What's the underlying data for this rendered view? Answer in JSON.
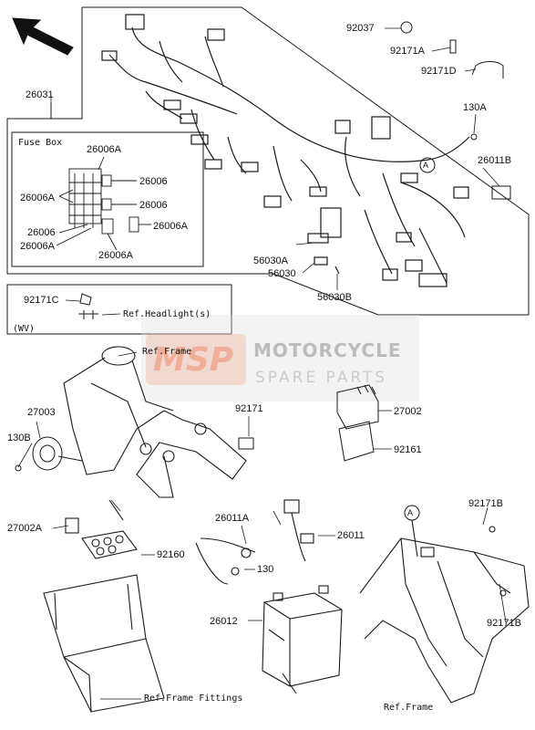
{
  "watermark": {
    "logo": "MSP",
    "title": "MOTORCYCLE",
    "subtitle": "SPARE PARTS"
  },
  "fuse_box": {
    "title": "Fuse Box"
  },
  "labels": {
    "p92037": "92037",
    "p92171A": "92171A",
    "p92171D": "92171D",
    "p26031": "26031",
    "p130A": "130A",
    "p26011B": "26011B",
    "fb_26006A_top": "26006A",
    "fb_26006A_left": "26006A",
    "fb_26006_1": "26006",
    "fb_26006_2": "26006",
    "fb_26006A_right": "26006A",
    "fb_26006_left": "26006",
    "fb_26006A_bl": "26006A",
    "fb_26006A_bottom": "26006A",
    "p56030A": "56030A",
    "p56030": "56030",
    "p56030B": "56030B",
    "p92171C": "92171C",
    "ref_headlight": "Ref.Headlight(s)",
    "wv": "(WV)",
    "ref_frame_top": "Ref.Frame",
    "p27003": "27003",
    "p130B": "130B",
    "p92171_mid": "92171",
    "p27002": "27002",
    "p92161": "92161",
    "p27002A": "27002A",
    "p92160": "92160",
    "p26011A": "26011A",
    "p26011": "26011",
    "p130": "130",
    "p26012": "26012",
    "p92171B_top": "92171B",
    "p92171B_bottom": "92171B",
    "callout_A_top": "A",
    "callout_A_bottom": "A",
    "ref_frame_fittings": "Ref.Frame Fittings",
    "ref_frame_bottom": "Ref.Frame"
  }
}
